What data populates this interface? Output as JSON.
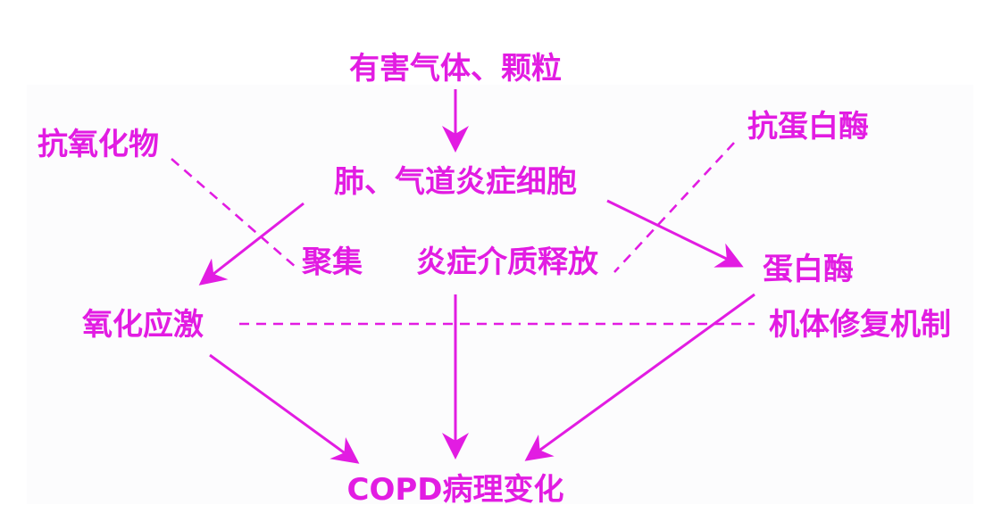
{
  "accent_color": "#e21ce2",
  "nodes": {
    "harmful_gas": "有害气体、颗粒",
    "antioxidant": "抗氧化物",
    "antiprotease": "抗蛋白酶",
    "inflammatory_cells": "肺、气道炎症细胞",
    "aggregation": "聚集",
    "mediator_release": "炎症介质释放",
    "protease": "蛋白酶",
    "oxidative_stress": "氧化应激",
    "repair_mechanism": "机体修复机制",
    "copd_changes": "COPD病理变化"
  }
}
